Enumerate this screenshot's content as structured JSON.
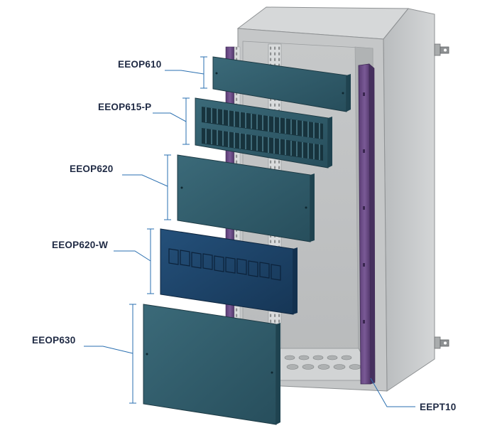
{
  "callouts": {
    "eeop610": "EEOP610",
    "eeop615p": "EEOP615-P",
    "eeop620": "EEOP620",
    "eeop620w": "EEOP620-W",
    "eeop630": "EEOP630",
    "eept10": "EEPT10"
  },
  "colors": {
    "panel_teal": "#2f5b69",
    "panel_navy": "#1c3f60",
    "enclosure_grey": "#c9cbcc",
    "upright_purple": "#6b4a86",
    "leader_blue": "#2a6fb0"
  }
}
